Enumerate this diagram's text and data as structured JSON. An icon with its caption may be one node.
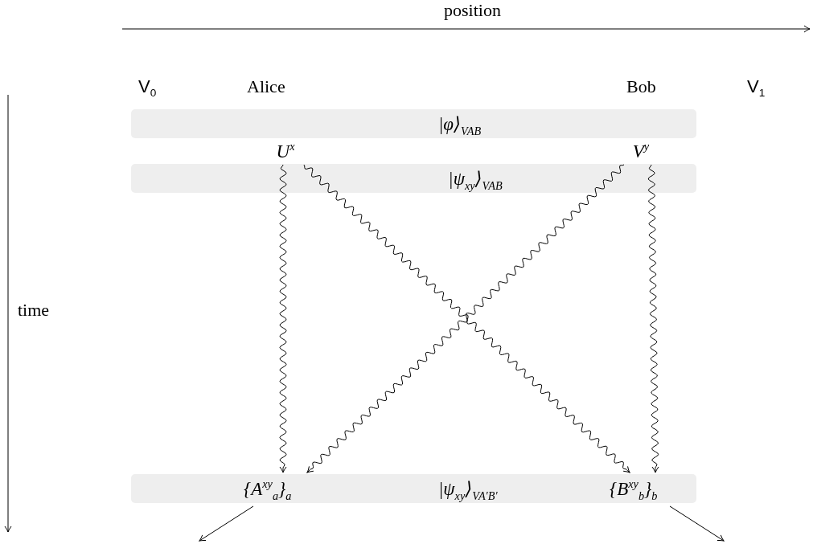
{
  "diagram": {
    "nodes": [
      {
        "text": [
          "|φ⟩$_{VAB}$"
        ]
      },
      {
        "text": [
          "U$^{x}$"
        ]
      },
      {
        "text": [
          "V$^{y}$"
        ]
      },
      {
        "text": [
          "|ψ$_{xy}$⟩$_{VAB}$"
        ]
      },
      {
        "text": [
          "|ψ$_{xy}$⟩$_{VA′B′}$"
        ]
      },
      {
        "text": [
          "{A$^{xy}$$_{a}$}$_{a}$"
        ],
        "in": 4
      },
      {
        "text": [
          "{B$^{xy}$$_{b}$}$_{b}$"
        ],
        "in": 4
      }
    ],
    "edges": [
      {
        "from": 1,
        "to": 5,
        "arrow": "to"
      },
      {
        "from": 1,
        "to": 6,
        "arrow": "to"
      },
      {
        "from": 2,
        "to": 5,
        "arrow": "to"
      },
      {
        "from": 2,
        "to": 6,
        "arrow": "to"
      },
      {
        "from": 5,
        "to": null,
        "arrow": "to"
      },
      {
        "from": 6,
        "to": null,
        "arrow": "to"
      }
    ],
    "labels": [
      "position",
      "V$_{0}$",
      "Alice",
      "Bob",
      "V$_{1}$",
      "time"
    ]
  }
}
